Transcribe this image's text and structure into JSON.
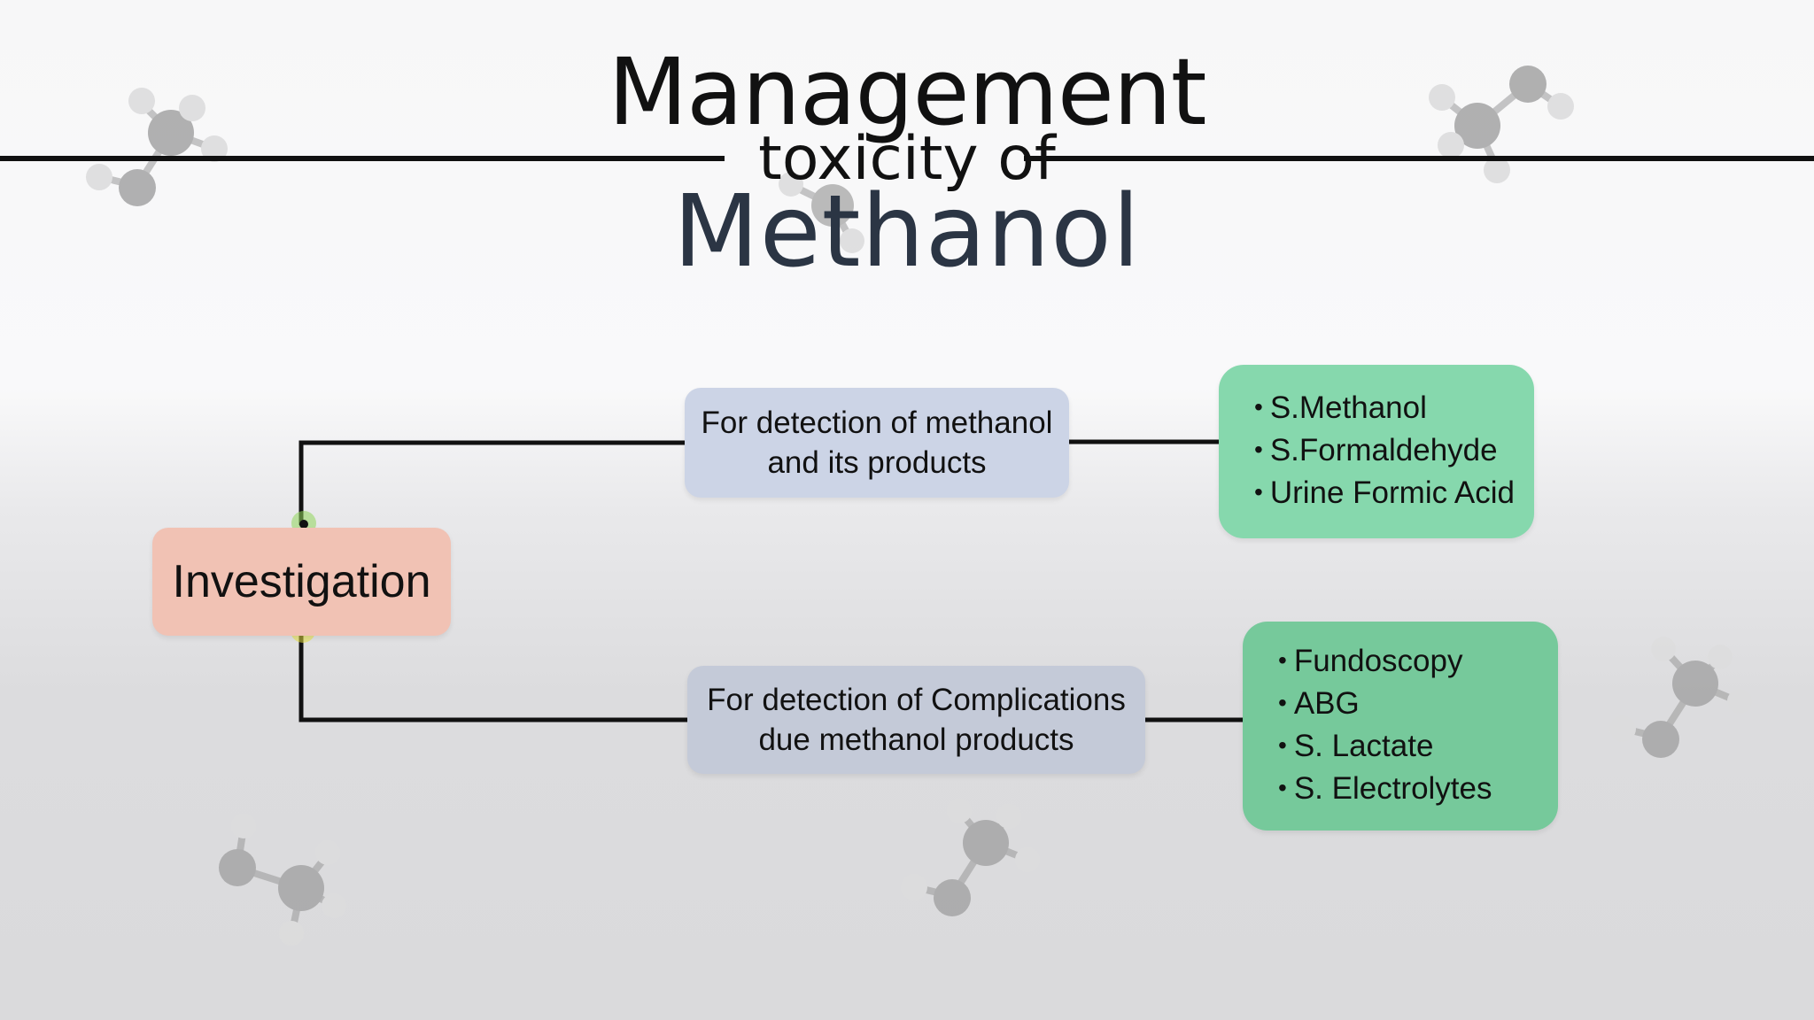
{
  "title": {
    "line1": "Management",
    "line2": "toxicity of",
    "line3": "Methanol"
  },
  "root": {
    "label": "Investigation"
  },
  "branches": [
    {
      "label_line1": "For detection of methanol",
      "label_line2": "and its products",
      "items": [
        "S.Methanol",
        "S.Formaldehyde",
        "Urine Formic Acid"
      ]
    },
    {
      "label_line1": "For detection of Complications",
      "label_line2": "due methanol products",
      "items": [
        "Fundoscopy",
        "ABG",
        "S. Lactate",
        "S. Electrolytes"
      ]
    }
  ],
  "colors": {
    "root_fill": "#f1c2b4",
    "mid_fill": "#ccd4e6",
    "leaf_fill": "#7fd3a5",
    "connector": "#111111",
    "title_accent": "#2b3544"
  }
}
